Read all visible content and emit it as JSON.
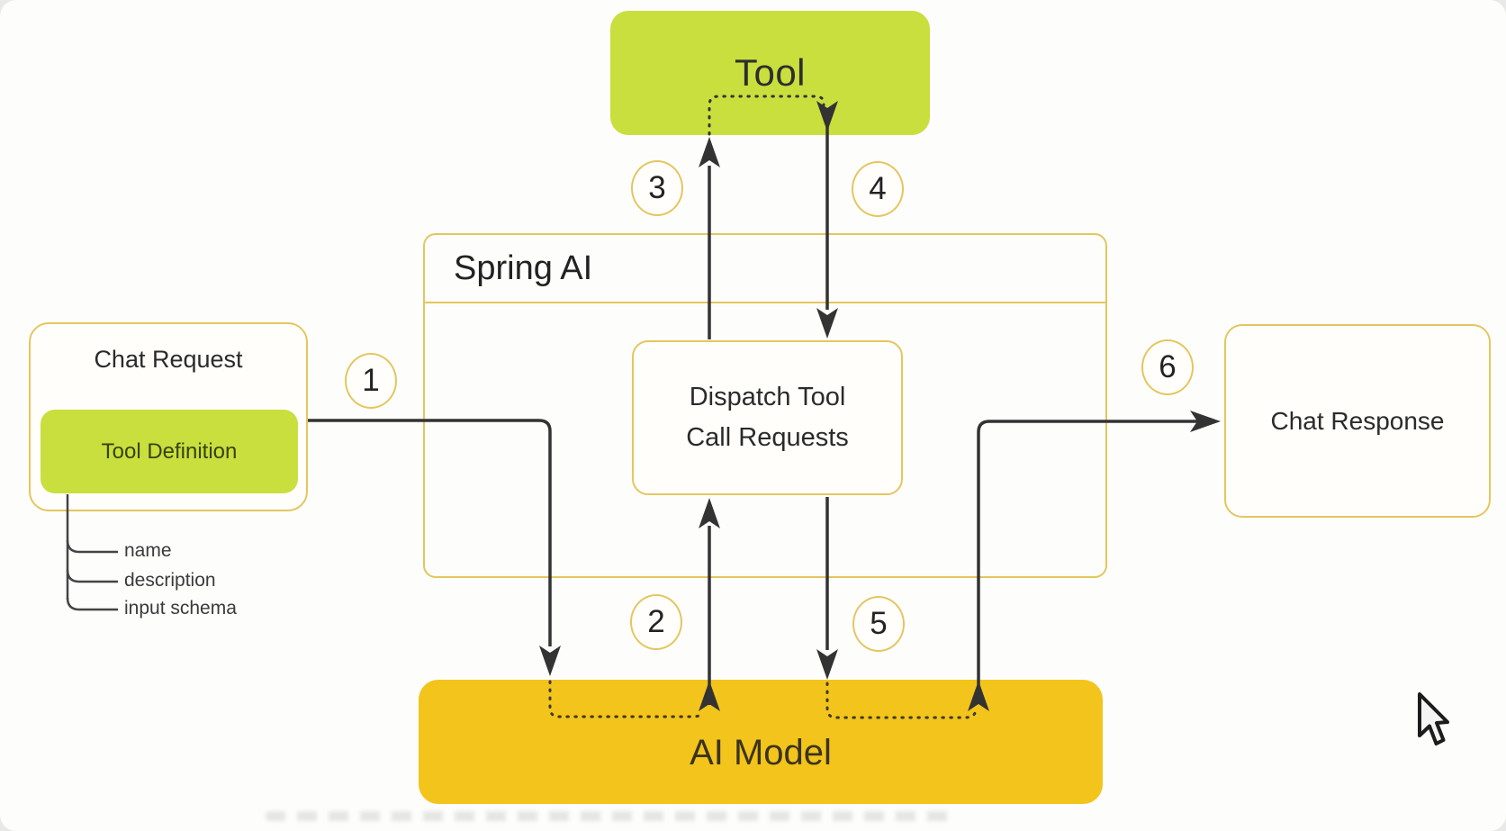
{
  "diagram": {
    "colors": {
      "lime": "#c8df3e",
      "golden": "#f3c41c",
      "border-yellow": "#e4c65f",
      "line": "#333333"
    },
    "tool": {
      "label": "Tool"
    },
    "spring_ai": {
      "title": "Spring AI",
      "dispatch": {
        "line1": "Dispatch Tool",
        "line2": "Call Requests"
      }
    },
    "chat_request": {
      "title": "Chat Request",
      "tool_definition": {
        "label": "Tool Definition"
      },
      "attributes": [
        "name",
        "description",
        "input schema"
      ]
    },
    "chat_response": {
      "title": "Chat Response"
    },
    "ai_model": {
      "label": "AI Model"
    },
    "steps": [
      "1",
      "2",
      "3",
      "4",
      "5",
      "6"
    ]
  }
}
